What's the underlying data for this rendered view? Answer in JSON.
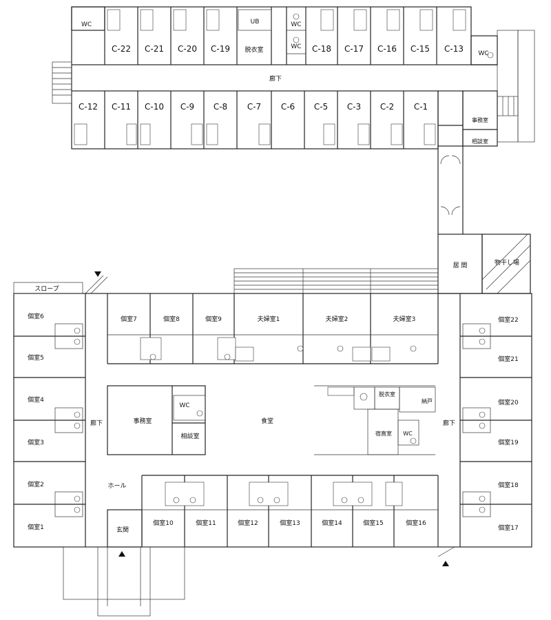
{
  "north_wing": {
    "top_rooms": [
      "C-22",
      "C-21",
      "C-20",
      "C-19",
      "C-18",
      "C-17",
      "C-16",
      "C-15",
      "C-13"
    ],
    "bottom_rooms": [
      "C-12",
      "C-11",
      "C-10",
      "C-9",
      "C-8",
      "C-7",
      "C-6",
      "C-5",
      "C-3",
      "C-2",
      "C-1"
    ],
    "wc": "WC",
    "ub": "UB",
    "dressing_room": "脱衣室",
    "corridor": "廊下",
    "office": "事務室",
    "consultation": "相談室"
  },
  "connector": {
    "living": "居 間",
    "laundry": "物干し場"
  },
  "main_wing": {
    "slope": "スロープ",
    "left_rooms": [
      "個室6",
      "個室5",
      "個室4",
      "個室3",
      "個室2",
      "個室1"
    ],
    "top_rooms": [
      "個室7",
      "個室8",
      "個室9",
      "夫婦室1",
      "夫婦室2",
      "夫婦室3"
    ],
    "right_rooms": [
      "個室22",
      "個室21",
      "個室20",
      "個室19",
      "個室18",
      "個室17"
    ],
    "bottom_rooms": [
      "個室10",
      "個室11",
      "個室12",
      "個室13",
      "個室14",
      "個室15",
      "個室16"
    ],
    "office": "事務室",
    "wc": "WC",
    "consultation": "相談室",
    "dining": "食堂",
    "dressing_room": "脱衣室",
    "storage": "納戸",
    "night_room": "宿直室",
    "corridor_left": "廊下",
    "corridor_right": "廊下",
    "hall": "ホール",
    "entrance": "玄関"
  }
}
